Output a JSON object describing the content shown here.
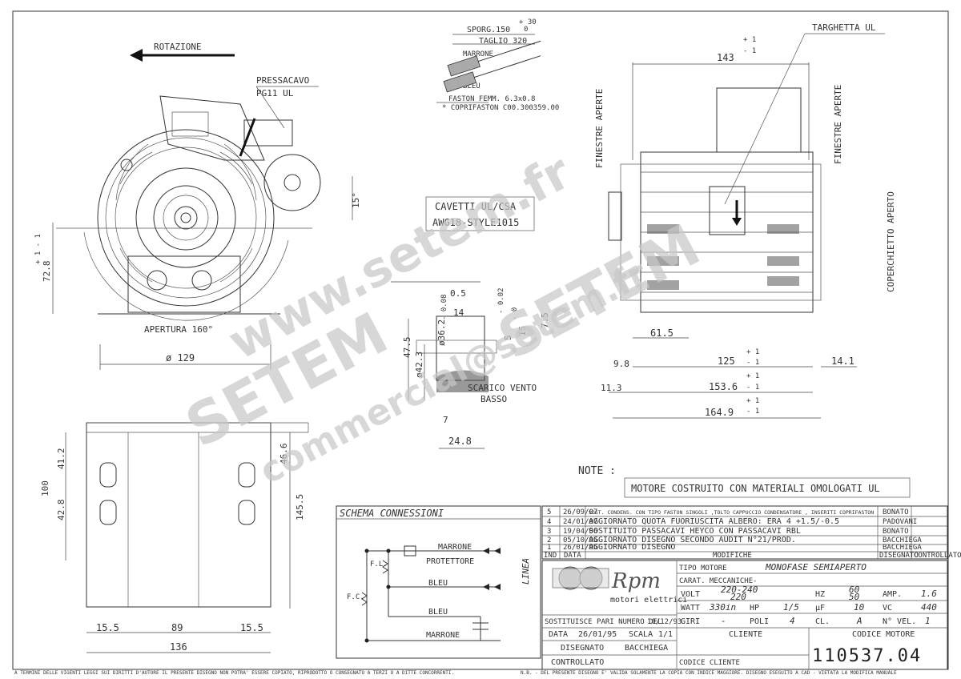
{
  "top": {
    "rotation_label": "ROTAZIONE",
    "cable_gland_label": "PRESSACAVO",
    "cable_gland_type": "PG11 UL",
    "ul_plate_label": "TARGHETTA UL",
    "open_windows_left": "FINESTRE APERTE",
    "open_windows_right": "FINESTRE APERTE",
    "open_cover": "COPERCHIETTO APERTO",
    "cables_title": "CAVETTI UL/CSA",
    "cables_spec": "AWG18-STYLE1015",
    "drain_label": "SCARICO VENTO",
    "drain_label2": "BASSO",
    "opening_label": "APERTURA 160°",
    "wire_detail": {
      "sporg": "SPORG.150",
      "tol_top": "+ 30",
      "tol_bottom": "0",
      "cut": "TAGLIO 320",
      "brown": "MARRONE",
      "blue": "BLEU",
      "faston": "FASTON FEMM. 6.3x0.8",
      "coprifaston": "* COPRIFASTON C00.300359.00"
    }
  },
  "dims": {
    "d129": "ø 129",
    "d728": "72.8",
    "d728_tol": "+ 1  - 1",
    "d15deg": "15°",
    "d143": "143",
    "d143_tol": "+ 1  - 1",
    "d615": "61.5",
    "d125": "125",
    "d1536": "153.6",
    "d1649": "164.9",
    "d141": "14.1",
    "d113": "11.3",
    "d98": "9.8",
    "d05": "0.5",
    "d475": "47.5",
    "d423": "ø42.3",
    "d362": "ø36.2",
    "d008": "- 0.08",
    "d14": "14",
    "d5": "5",
    "d002": "- 0.02",
    "d15": "15",
    "d0": "- 0",
    "d75": "7.5",
    "d248": "24.8",
    "d7": "7",
    "d412": "41.2",
    "d100": "100",
    "d428": "42.8",
    "d466": "46.6",
    "d1455": "145.5",
    "d155a": "15.5",
    "d89": "89",
    "d155b": "15.5",
    "d136": "136",
    "tol_p1": "+ 1",
    "tol_m1": "- 1"
  },
  "note": {
    "label": "NOTE :",
    "text": "MOTORE COSTRUITO CON MATERIALI OMOLOGATI UL"
  },
  "schema": {
    "title": "SCHEMA CONNESSIONI",
    "marrone_top": "MARRONE",
    "protettore": "PROTETTORE",
    "bleu_mid": "BLEU",
    "bleu_low": "BLEU",
    "marrone_low": "MARRONE",
    "linea": "LINEA",
    "fl": "F.L.",
    "fc": "F.C."
  },
  "revisions": {
    "rows": [
      {
        "n": "5",
        "date": "26/09/07",
        "desc": "SOST. CONDENS. CON TIPO FASTON SINGOLI ,TOLTO CAPPUCCIO CONDENSATORE , INSERITI COPRIFASTON",
        "by": "BONATO"
      },
      {
        "n": "4",
        "date": "24/01/07",
        "desc": "AGGIORNATO QUOTA FUORIUSCITA ALBERO: ERA 4 +1.5/-0.5",
        "by": "PADOVANI"
      },
      {
        "n": "3",
        "date": "19/04/06",
        "desc": "SOSTITUITO PASSACAVI HEYCO CON PASSACAVI RBL",
        "by": "BONATO"
      },
      {
        "n": "2",
        "date": "05/10/95",
        "desc": "AGGIORNATO DISEGNO SECONDO AUDIT N°21/PROD.",
        "by": "BACCHIEGA"
      },
      {
        "n": "1",
        "date": "26/01/95",
        "desc": "AGGIORNATO DISEGNO",
        "by": "BACCHIEGA"
      }
    ],
    "hdr_ind": "IND",
    "hdr_data": "DATA",
    "hdr_mod": "MODIFICHE",
    "hdr_dis": "DISEGNATO",
    "hdr_ctrl": "CONTROLLATO"
  },
  "titleblock": {
    "logo": "Rpm",
    "logo_sub": "motori elettrici",
    "tipo_label": "TIPO MOTORE",
    "tipo_value": "MONOFASE SEMIAPERTO",
    "carat_label": "CARAT. MECCANICHE",
    "carat_value": "-",
    "volt_label": "VOLT",
    "volt_value1": "220-240",
    "volt_value2": "220",
    "hz_label": "HZ",
    "hz_value1": "60",
    "hz_value2": "50",
    "amp_label": "AMP.",
    "amp_value": "1.6",
    "watt_label": "WATT",
    "watt_value": "330in",
    "hp_label": "HP",
    "hp_value": "1/5",
    "uf_label": "µF",
    "uf_value": "10",
    "vc_label": "VC",
    "vc_value": "440",
    "giri_label": "GIRI",
    "giri_value": "-",
    "poli_label": "POLI",
    "poli_value": "4",
    "cl_label": "CL.",
    "cl_value": "A",
    "nvel_label": "N° VEL.",
    "nvel_value": "1",
    "sostituisce": "SOSTITUISCE PARI NUMERO DEL",
    "sostituisce_date": "10/12/93",
    "data_label": "DATA",
    "data_value": "26/01/95",
    "scala_label": "SCALA",
    "scala_value": "1/1",
    "cliente_label": "CLIENTE",
    "codice_label": "CODICE MOTORE",
    "dis_label": "DISEGNATO",
    "dis_value": "BACCHIEGA",
    "ctrl_label": "CONTROLLATO",
    "codcli_label": "CODICE CLIENTE",
    "code": "110537.04"
  },
  "footer": {
    "left": "A TERMINI DELLE VIGENTI LEGGI SUI DIRITTI D'AUTORE IL PRESENTE DISEGNO NON POTRA' ESSERE COPIATO, RIPRODOTTO O CONSEGNATO A TERZI O A DITTE CONCORRENTI.",
    "right": "N.B. - DEL PRESENTE DISEGNO E' VALIDA SOLAMENTE LA COPIA CON INDICE MAGGIORE.   DISEGNO ESEGUITO A CAD - VIETATA LA MODIFICA MANUALE"
  },
  "watermarks": {
    "w1": "www.setem.fr",
    "w2": "SETEM",
    "w3": "SETEM",
    "w4": "commercial@setem.fr"
  }
}
